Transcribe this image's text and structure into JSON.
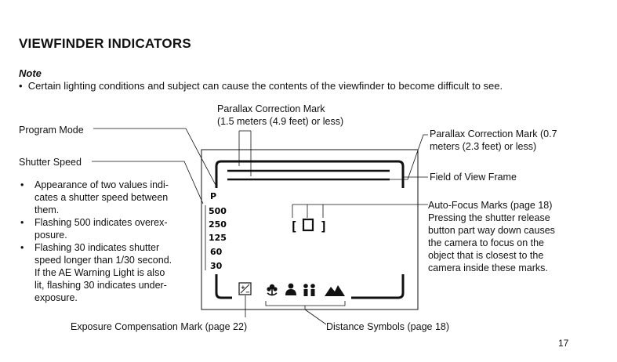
{
  "title": "VIEWFINDER INDICATORS",
  "note": {
    "label": "Note",
    "text": "Certain lighting conditions and subject can cause the contents of the viewfinder to become difficult to see."
  },
  "labels": {
    "parallax_mark_far_line1": "Parallax Correction Mark",
    "parallax_mark_far_line2": "(1.5 meters (4.9 feet) or less)",
    "program_mode": "Program Mode",
    "shutter_speed": "Shutter Speed",
    "parallax_mark_near_line1": "Parallax Correction Mark (0.7",
    "parallax_mark_near_line2": "meters (2.3 feet) or less)",
    "field_of_view": "Field of View Frame",
    "af_marks_line1": "Auto-Focus Marks (page 18)",
    "af_marks_line2": "Pressing the shutter release",
    "af_marks_line3": "button part way down causes",
    "af_marks_line4": "the camera to focus on the",
    "af_marks_line5": "object that is closest to the",
    "af_marks_line6": "camera inside these marks.",
    "exposure_comp": "Exposure Compensation Mark (page 22)",
    "distance_symbols": "Distance Symbols (page 18)"
  },
  "bullets": [
    {
      "lines": [
        "Appearance of two values indi-",
        "cates a shutter speed between",
        "them."
      ]
    },
    {
      "lines": [
        "Flashing 500 indicates overex-",
        "posure."
      ]
    },
    {
      "lines": [
        "Flashing 30 indicates shutter",
        "speed longer than 1/30 second.",
        "If the AE Warning Light is also",
        "lit, flashing 30 indicates under-",
        "exposure."
      ]
    }
  ],
  "viewfinder": {
    "mode": "P",
    "speeds": [
      "500",
      "250",
      "125",
      "60",
      "30"
    ]
  },
  "page_number": "17"
}
